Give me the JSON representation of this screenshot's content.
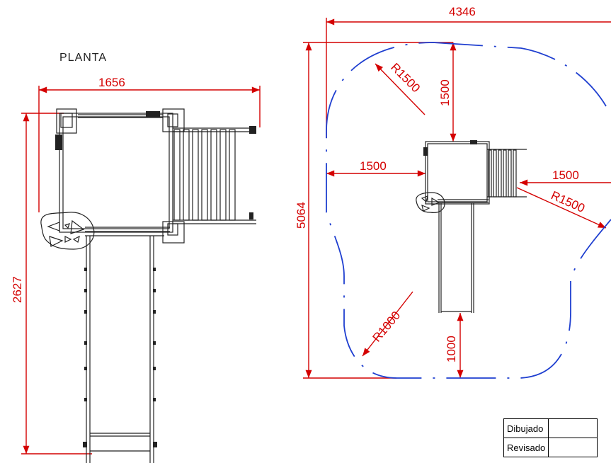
{
  "left_view": {
    "title": "PLANTA",
    "dim_width": "1656",
    "dim_length": "2627"
  },
  "right_view": {
    "dim_total_width": "4346",
    "dim_total_length": "5064",
    "dim_top_clearance": "1500",
    "dim_left_clearance": "1500",
    "dim_right_clearance": "1500",
    "dim_bottom_clearance": "1000",
    "radius_top_left": "R1500",
    "radius_right": "R1500",
    "radius_bottom_left": "R1000"
  },
  "title_block": {
    "drawn_label": "Dibujado",
    "reviewed_label": "Revisado"
  },
  "colors": {
    "dimension": "#d40000",
    "safety_zone": "#1f3fd0",
    "outline": "#222222"
  }
}
